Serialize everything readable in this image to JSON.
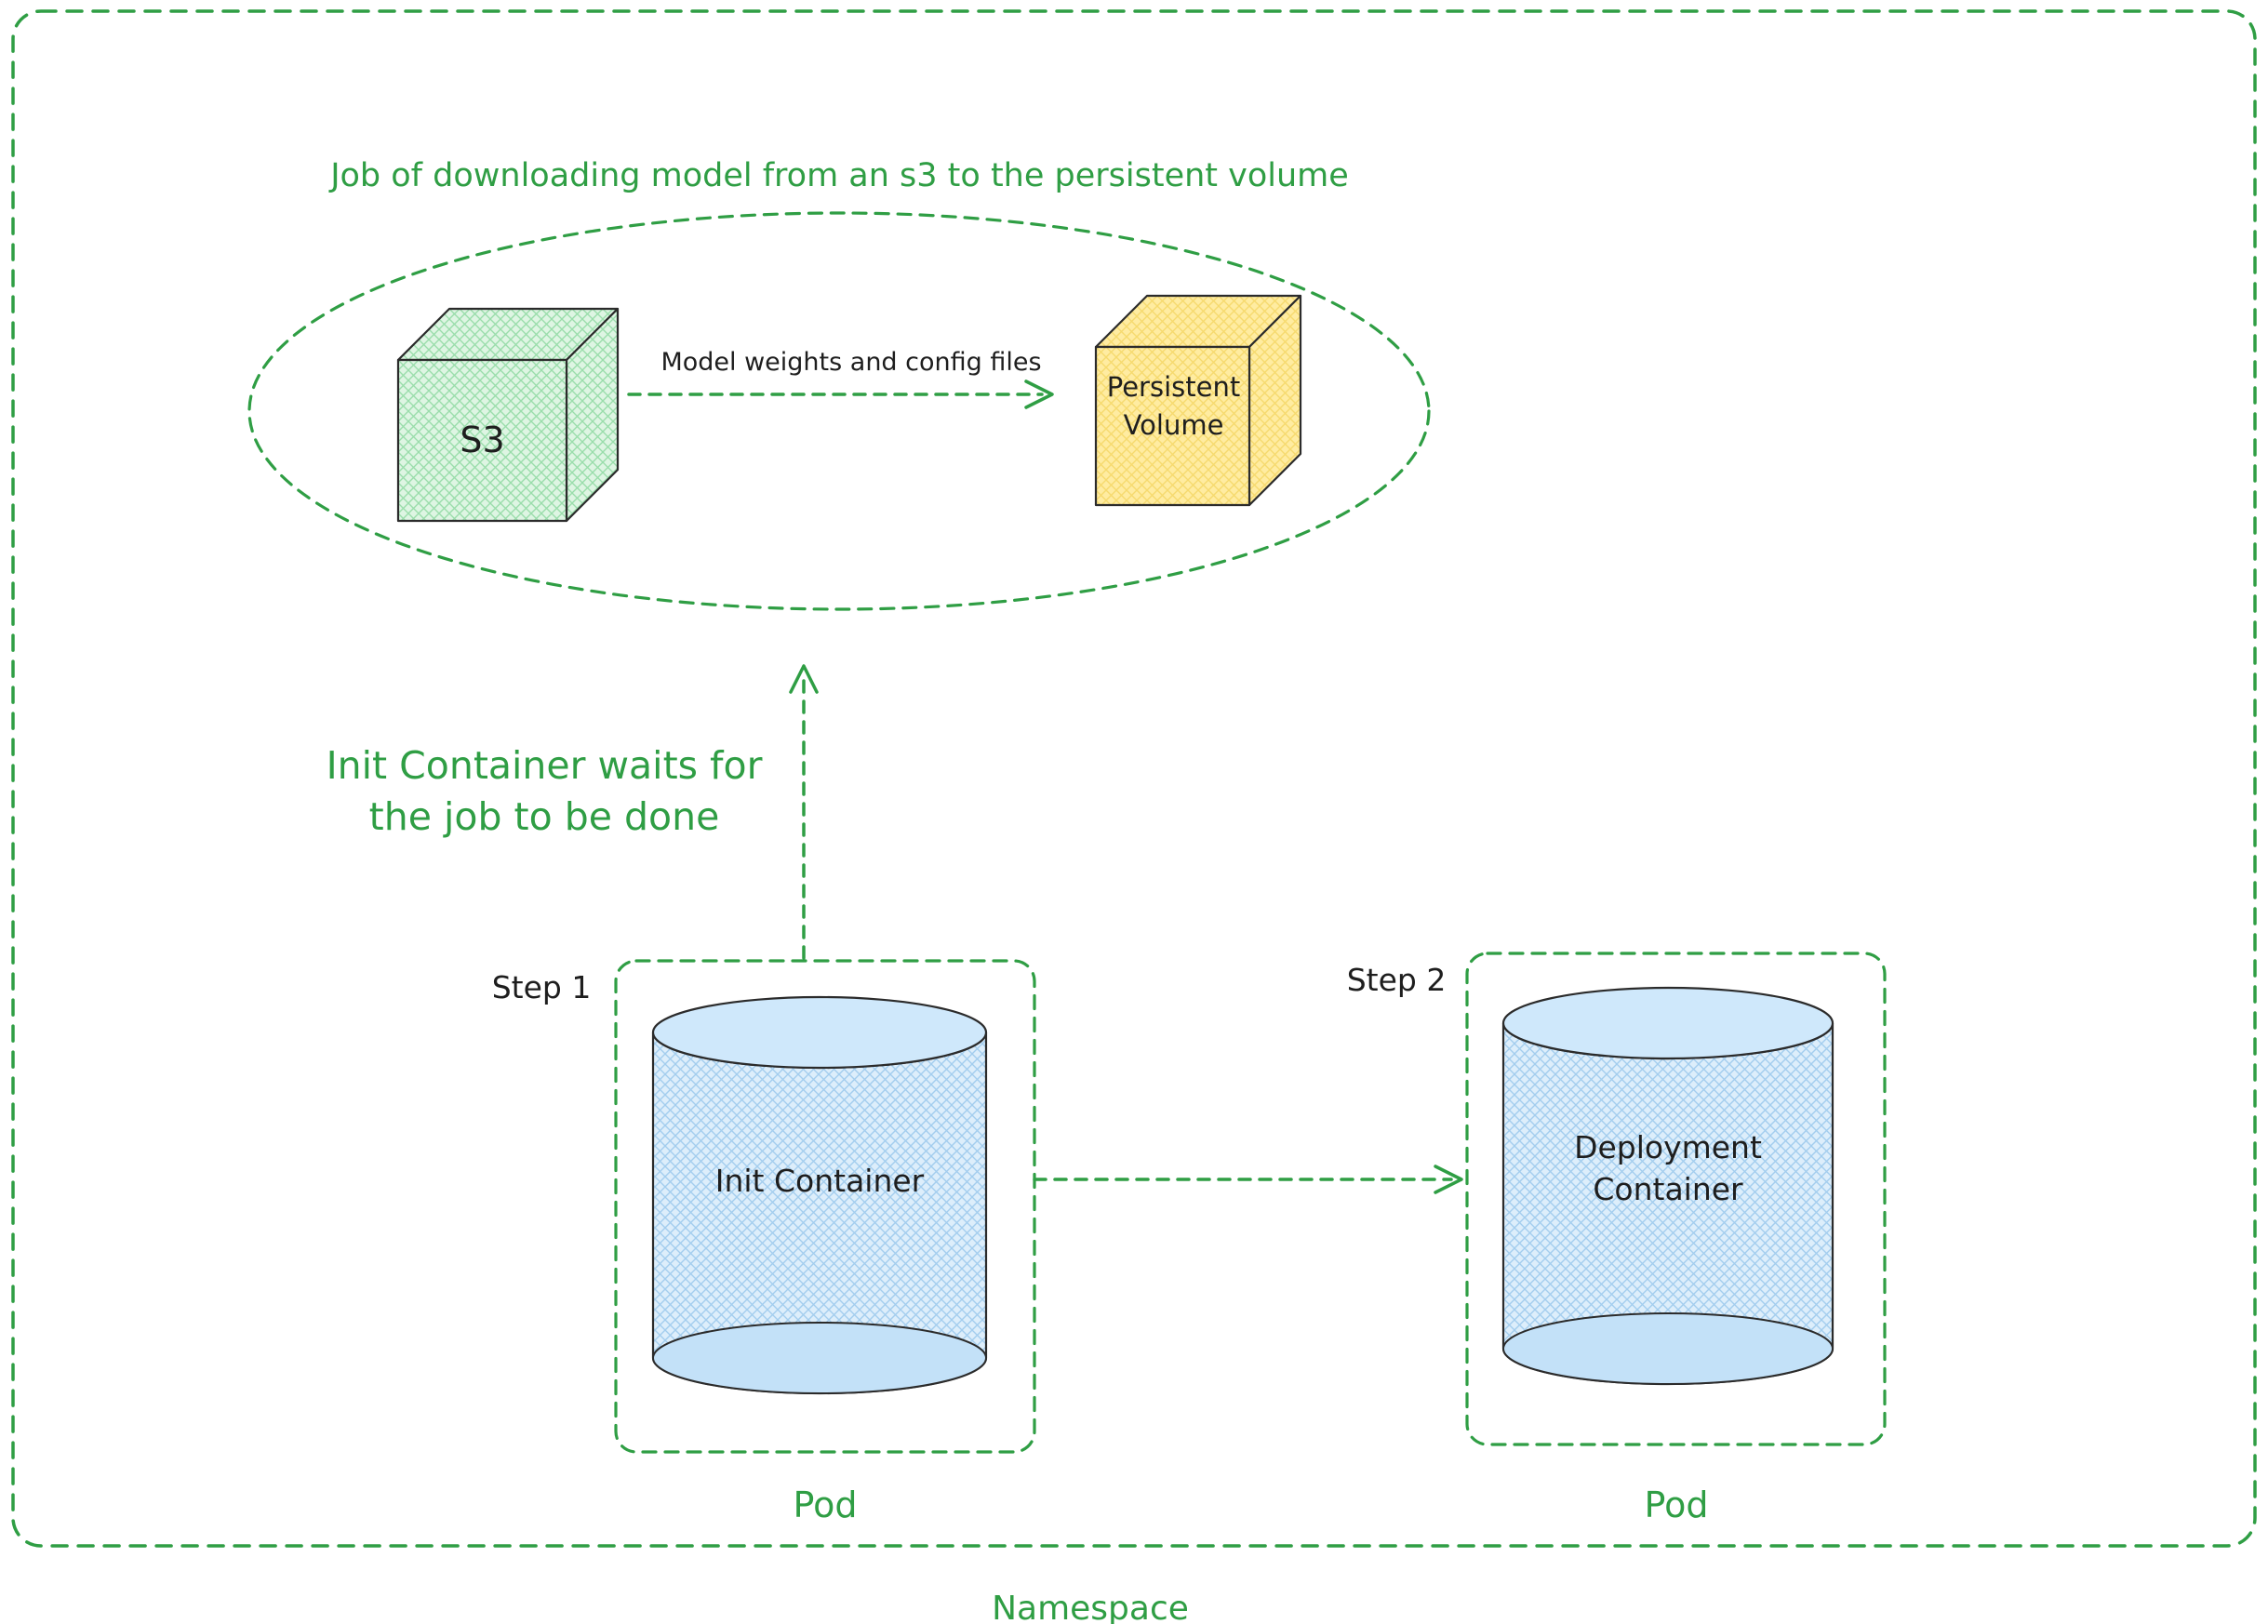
{
  "namespace": {
    "label": "Namespace"
  },
  "job": {
    "title": "Job of downloading model from an s3 to the persistent volume",
    "s3_label": "S3",
    "arrow_label": "Model weights and config files",
    "pv_line1": "Persistent",
    "pv_line2": "Volume"
  },
  "wait_note": {
    "line1": "Init Container waits for",
    "line2": "the job to be done"
  },
  "step1": {
    "label": "Step 1",
    "container_label": "Init Container",
    "pod_label": "Pod"
  },
  "step2": {
    "label": "Step 2",
    "container_line1": "Deployment",
    "container_line2": "Container",
    "pod_label": "Pod"
  },
  "colors": {
    "accent_green": "#2f9e44",
    "s3_fill": "#b2f2bb",
    "persistent_volume_fill": "#ffec99",
    "cylinder_fill": "#a5d8ff",
    "outline_dark": "#2b2b2b",
    "text_dark": "#1e1e1e",
    "background": "#ffffff"
  }
}
